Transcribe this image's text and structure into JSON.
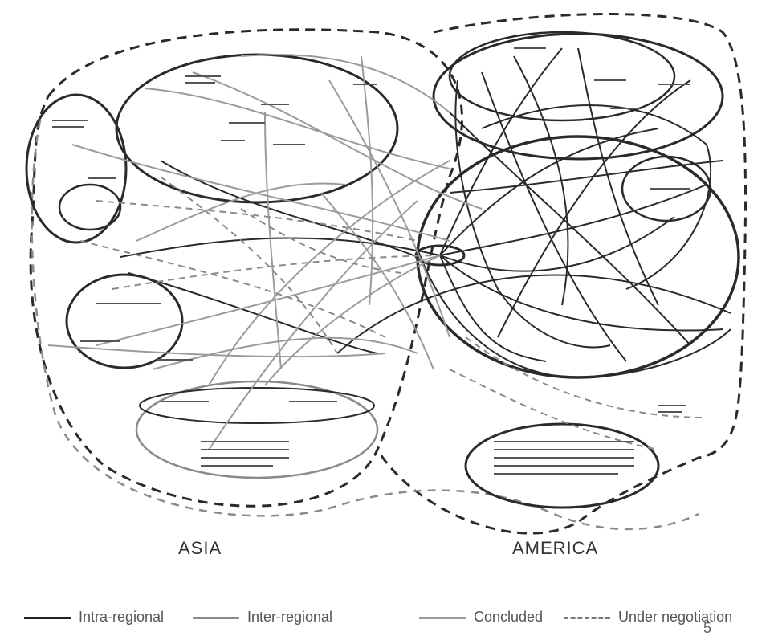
{
  "regions": {
    "left": "ASIA",
    "right": "AMERICA"
  },
  "legend": [
    {
      "label": "Intra-regional",
      "style": "solid",
      "color": "#222222"
    },
    {
      "label": "Inter-regional",
      "style": "solid",
      "color": "#8a8a8a"
    },
    {
      "label": "Concluded",
      "style": "solid",
      "color": "#9a9a9a"
    },
    {
      "label": "Under negotiation",
      "style": "dashed",
      "color": "#7a7a7a"
    }
  ],
  "page_number": "5",
  "colors": {
    "intra": "#2a2a2a",
    "inter": "#9b9b9b",
    "background": "#ffffff"
  }
}
